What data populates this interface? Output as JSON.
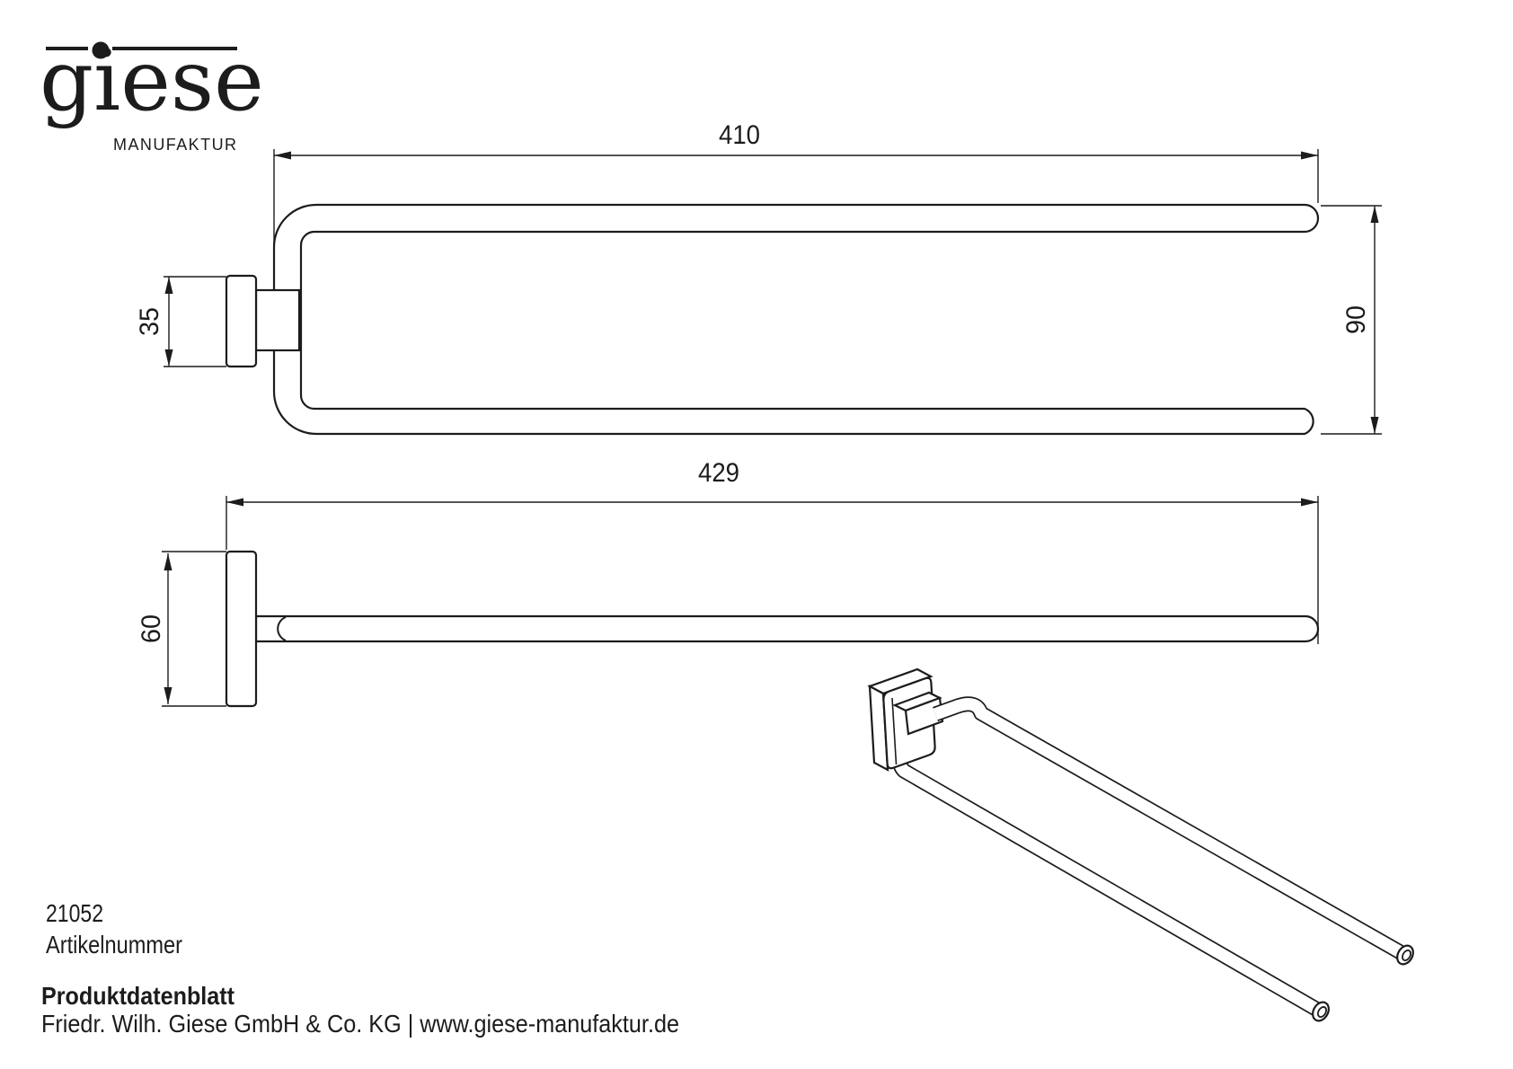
{
  "logo": {
    "brand": "giese",
    "subtitle": "MANUFAKTUR"
  },
  "drawing": {
    "top_view": {
      "dim_arm_length": "410",
      "dim_arm_span": "90",
      "dim_plate_width": "35"
    },
    "side_view": {
      "dim_total_length": "429",
      "dim_plate_height": "60"
    }
  },
  "article": {
    "number": "21052",
    "label": "Artikelnummer"
  },
  "footer": {
    "doc_title": "Produktdatenblatt",
    "company_line": "Friedr. Wilh. Giese GmbH & Co. KG | www.giese-manufaktur.de"
  },
  "colors": {
    "line": "#1c1c1c",
    "background": "#ffffff"
  }
}
